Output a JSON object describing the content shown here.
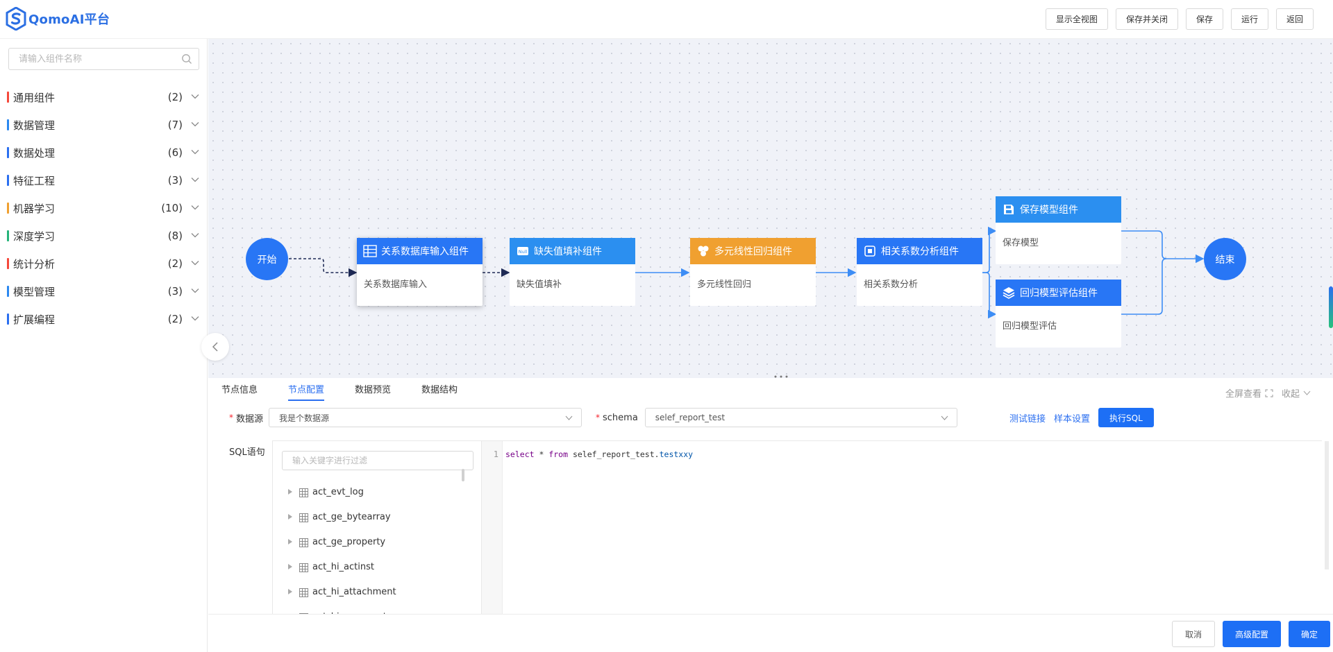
{
  "app": {
    "title": "QomoAI平台"
  },
  "header": {
    "buttons": [
      "显示全视图",
      "保存并关闭",
      "保存",
      "运行",
      "返回"
    ]
  },
  "sidebar": {
    "search_placeholder": "请输入组件名称",
    "categories": [
      {
        "name": "通用组件",
        "count": "(2)",
        "color": "#f5483b"
      },
      {
        "name": "数据管理",
        "count": "(7)",
        "color": "#2b88f0"
      },
      {
        "name": "数据处理",
        "count": "(6)",
        "color": "#2b6ff0"
      },
      {
        "name": "特征工程",
        "count": "(3)",
        "color": "#2b6ff0"
      },
      {
        "name": "机器学习",
        "count": "(10)",
        "color": "#f0a030"
      },
      {
        "name": "深度学习",
        "count": "(8)",
        "color": "#26b37a"
      },
      {
        "name": "统计分析",
        "count": "(2)",
        "color": "#f5483b"
      },
      {
        "name": "模型管理",
        "count": "(3)",
        "color": "#2b88f0"
      },
      {
        "name": "扩展编程",
        "count": "(2)",
        "color": "#2b6ff0"
      }
    ]
  },
  "canvas": {
    "start": "开始",
    "end": "结束",
    "nodes": [
      {
        "title": "关系数据库输入组件",
        "body": "关系数据库输入",
        "color": "#2876f5",
        "icon": "database-table-icon"
      },
      {
        "title": "缺失值填补组件",
        "body": "缺失值填补",
        "color": "#2b8ff0",
        "icon": "null-value-icon"
      },
      {
        "title": "多元线性回归组件",
        "body": "多元线性回归",
        "color": "#f0a030",
        "icon": "circles-icon"
      },
      {
        "title": "相关系数分析组件",
        "body": "相关系数分析",
        "color": "#2876f5",
        "icon": "chip-icon"
      },
      {
        "title": "保存模型组件",
        "body": "保存模型",
        "color": "#2b8ff0",
        "icon": "save-icon"
      },
      {
        "title": "回归模型评估组件",
        "body": "回归模型评估",
        "color": "#2876f5",
        "icon": "layers-icon"
      }
    ]
  },
  "panel": {
    "tabs": [
      "节点信息",
      "节点配置",
      "数据预览",
      "数据结构"
    ],
    "active_tab": "节点配置",
    "fullscreen": "全屏查看",
    "collapse": "收起",
    "datasource_label": "数据源",
    "datasource_value": "我是个数据源",
    "schema_label": "schema",
    "schema_value": "selef_report_test",
    "test_link": "测试链接",
    "sample_settings": "样本设置",
    "execute_sql": "执行SQL",
    "sql_label": "SQL语句",
    "filter_placeholder": "输入关键字进行过滤",
    "tables": [
      "act_evt_log",
      "act_ge_bytearray",
      "act_ge_property",
      "act_hi_actinst",
      "act_hi_attachment",
      "act_hi_comment"
    ],
    "sql_line_number": "1",
    "sql": {
      "kw1": "select",
      "mid": " * ",
      "kw2": "from",
      "schema": " selef_report_test.",
      "table": "testxxy"
    }
  },
  "footer": {
    "cancel": "取消",
    "advanced": "高级配置",
    "confirm": "确定"
  }
}
